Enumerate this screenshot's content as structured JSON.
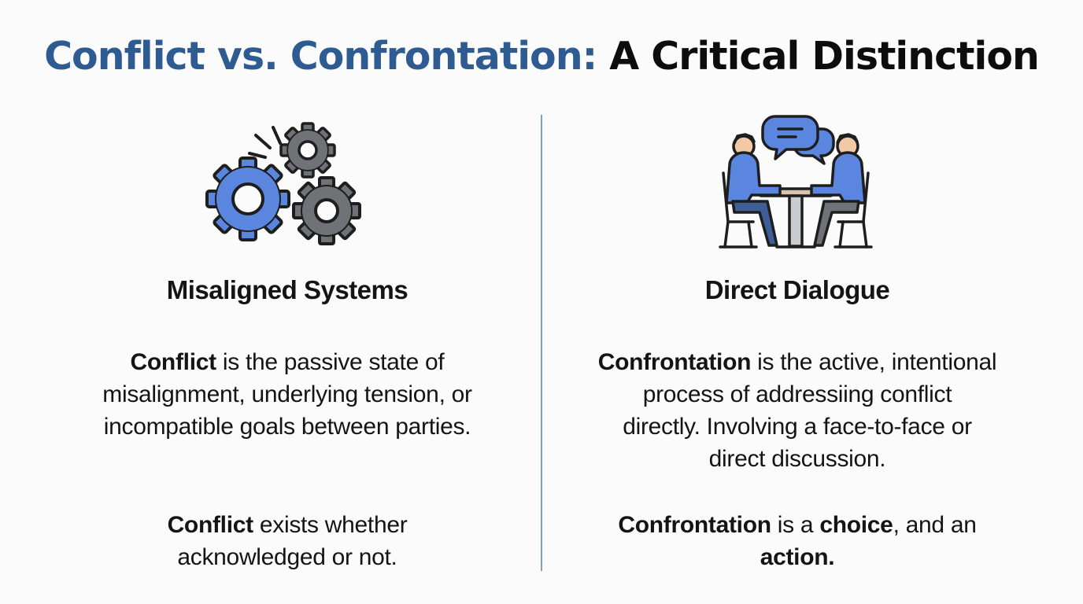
{
  "title": {
    "part1": "Conflict vs. Confrontation:",
    "part2": "A Critical Distinction"
  },
  "left": {
    "icon": "gears-icon",
    "heading": "Misaligned Systems",
    "para1": {
      "bold": "Conflict",
      "line1_rest": " is the passive state of",
      "line2": "misalignment, underlying tension, or",
      "line3": "incompatible goals between parties."
    },
    "para2": {
      "bold": "Conflict",
      "line1_rest": " exists whether",
      "line2": "acknowledged or not."
    }
  },
  "right": {
    "icon": "dialogue-meeting-icon",
    "heading": "Direct Dialogue",
    "para1": {
      "bold": "Confrontation",
      "line1_rest": " is the active, intentional",
      "line2": "process of addressiing conflict",
      "line3": "directly. Involving a face-to-face or",
      "line4": "direct discussion."
    },
    "para2": {
      "bold1": "Confrontation",
      "mid1": " is a ",
      "bold2": "choice",
      "mid2": ", and an",
      "bold3": "action."
    }
  },
  "colors": {
    "title_blue": "#2f5b93",
    "accent_blue": "#5b86e0",
    "gear_gray": "#6f7377",
    "divider": "#7f9fc7"
  }
}
